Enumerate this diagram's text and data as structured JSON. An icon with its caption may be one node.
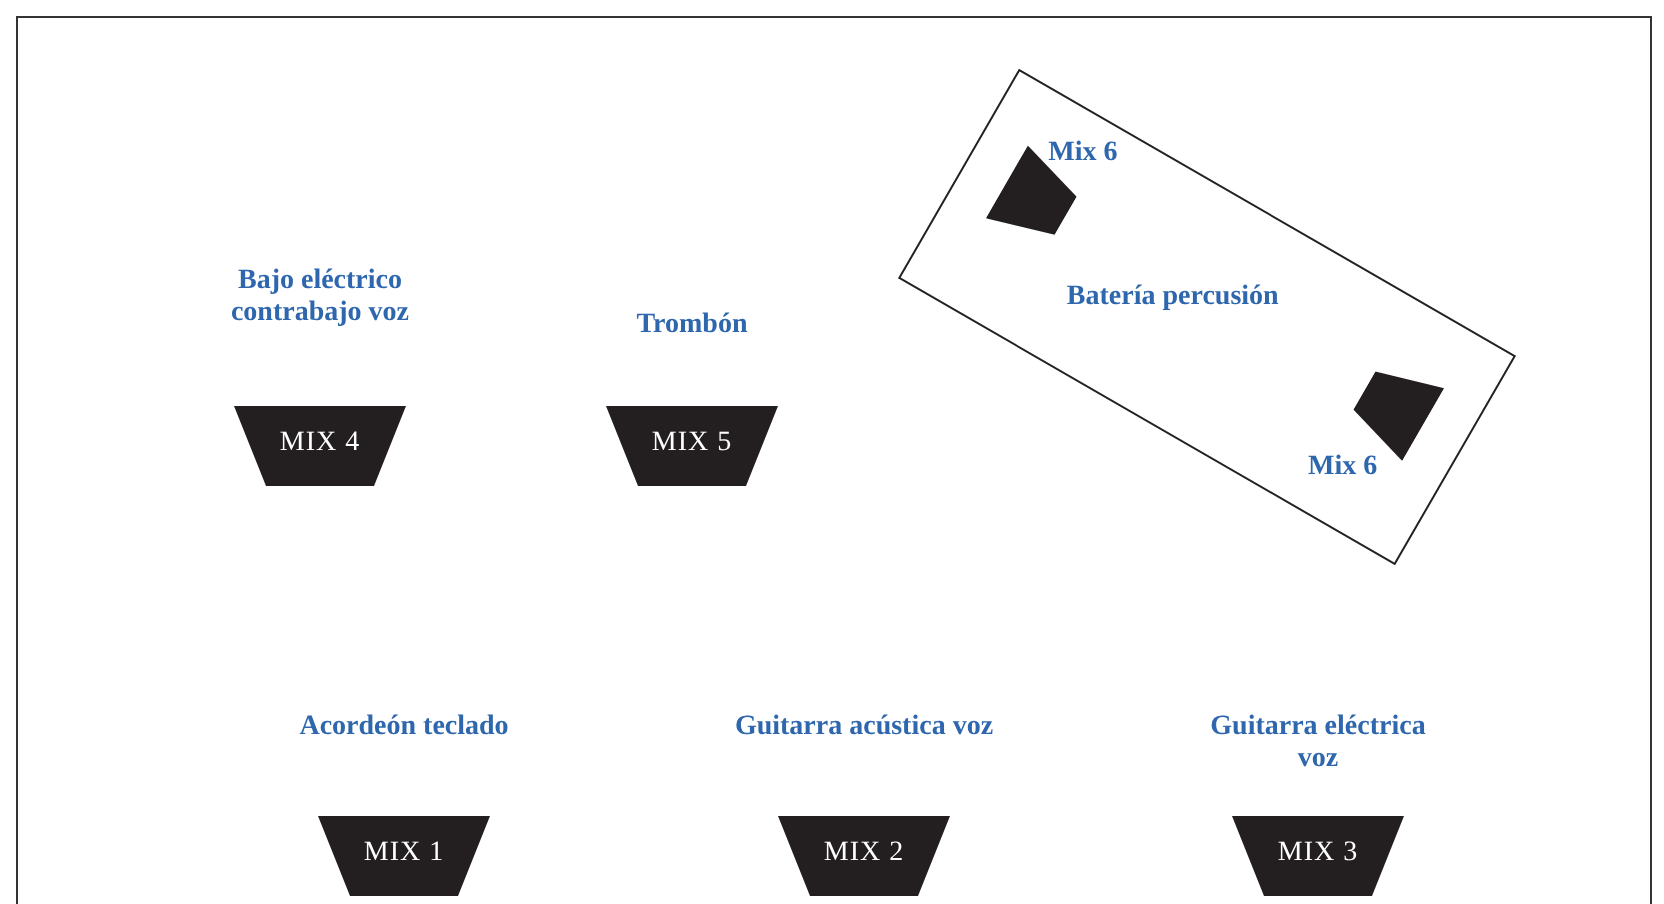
{
  "diagram": {
    "nodes": [
      {
        "text": [
          "Batería percusión"
        ]
      },
      {
        "text": [],
        "shape": "trapezoid",
        "in": 0,
        "beside": [
          "Mix 6"
        ]
      },
      {
        "text": [],
        "shape": "trapezoid",
        "in": 0,
        "beside": [
          "Mix 6"
        ]
      },
      {
        "text": [
          "Bajo eléctrico contrabajo voz",
          "MIX 4"
        ]
      },
      {
        "text": [
          "Trombón",
          "MIX 5"
        ]
      },
      {
        "text": [
          "Acordeón teclado",
          "MIX 1"
        ]
      },
      {
        "text": [
          "Guitarra acústica voz",
          "MIX 2"
        ]
      },
      {
        "text": [
          "Guitarra eléctrica voz",
          "MIX 3"
        ]
      }
    ]
  }
}
